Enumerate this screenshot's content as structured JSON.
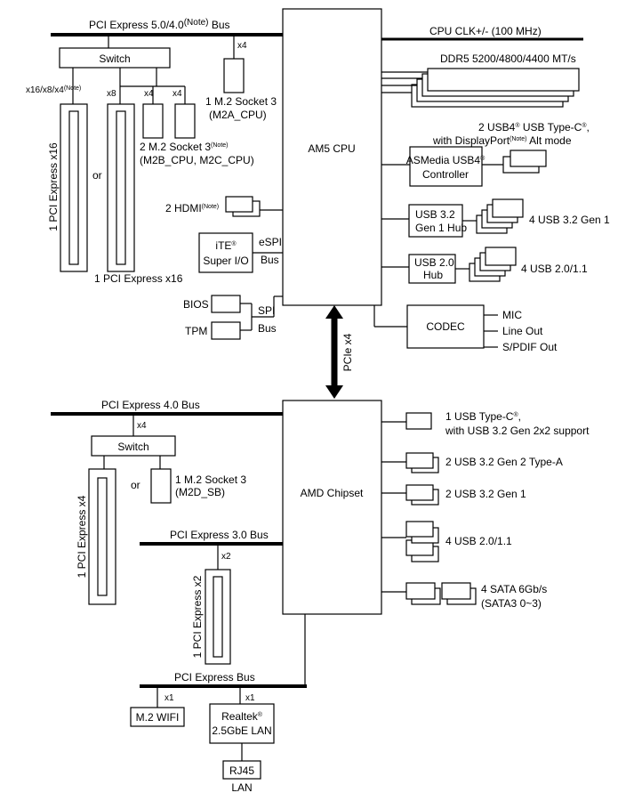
{
  "cpu": {
    "label": "AM5 CPU"
  },
  "chipset": {
    "label": "AMD Chipset"
  },
  "cpu_side": {
    "pcie_bus": "PCI Express 5.0/4.0",
    "pcie_bus_note": "(Note)",
    "pcie_bus_suffix": " Bus",
    "switch": "Switch",
    "x4_m2a": "x4",
    "lanes_x16": "x16/x8/x4",
    "lanes_x16_note": "(Note)",
    "lanes_x8": "x8",
    "lanes_x4a": "x4",
    "lanes_x4b": "x4",
    "m2a_line1": "1 M.2 Socket 3",
    "m2a_line2": "(M2A_CPU)",
    "m2bc_line1": "2 M.2 Socket 3",
    "m2bc_note": "(Note)",
    "m2bc_line2": "(M2B_CPU, M2C_CPU)",
    "slot_vertical": "1 PCI Express x16",
    "or": "or",
    "slot_bottom": "1 PCI Express x16",
    "hdmi": "2 HDMI",
    "hdmi_note": "(Note)",
    "ite_line1": "iTE",
    "ite_reg": "®",
    "ite_line2": "Super I/O",
    "espi": "eSPI",
    "espi_bus": "Bus",
    "bios": "BIOS",
    "tpm": "TPM",
    "spi": "SPI",
    "spi_bus": "Bus",
    "clk": "CPU CLK+/- (100 MHz)",
    "ddr5": "DDR5 5200/4800/4400 MT/s",
    "usb4_line1": "2 USB4",
    "usb4_reg": "®",
    "usb4_line1b": " USB Type-C",
    "usb4_line1c": "®",
    "usb4_line1d": ",",
    "usb4_line2a": "with DisplayPort",
    "usb4_note": "(Note)",
    "usb4_line2b": " Alt mode",
    "asmedia_line1": "ASMedia USB4",
    "asmedia_reg": "®",
    "asmedia_line2": "Controller",
    "hub32_line1": "USB 3.2",
    "hub32_line2": "Gen 1 Hub",
    "usb32g1": "4 USB 3.2 Gen 1",
    "hub20_line1": "USB 2.0",
    "hub20_line2": "Hub",
    "usb20": "4 USB 2.0/1.1",
    "codec": "CODEC",
    "mic": "MIC",
    "lineout": "Line Out",
    "spdif": "S/PDIF Out",
    "pcie_x4_link": "PCIe x4"
  },
  "chipset_side": {
    "pcie4_bus": "PCI Express 4.0 Bus",
    "x4": "x4",
    "switch": "Switch",
    "slot_x4": "1 PCI Express x4",
    "or": "or",
    "m2d_line1": "1 M.2 Socket 3",
    "m2d_line2": "(M2D_SB)",
    "pcie3_bus": "PCI Express 3.0 Bus",
    "x2": "x2",
    "slot_x2": "1 PCI Express x2",
    "pcie_bus": "PCI Express Bus",
    "x1a": "x1",
    "x1b": "x1",
    "wifi": "M.2 WIFI",
    "realtek_line1": "Realtek",
    "realtek_reg": "®",
    "realtek_line2": "2.5GbE LAN",
    "rj45": "RJ45",
    "lan": "LAN",
    "typec_line1a": "1 USB Type-C",
    "typec_reg": "®",
    "typec_line1b": ",",
    "typec_line2": "with USB 3.2 Gen 2x2 support",
    "usb32g2": "2 USB 3.2 Gen 2 Type-A",
    "usb32g1": "2 USB 3.2 Gen 1",
    "usb20": "4 USB 2.0/1.1",
    "sata_line1": "4 SATA 6Gb/s",
    "sata_line2": "(SATA3 0~3)"
  }
}
